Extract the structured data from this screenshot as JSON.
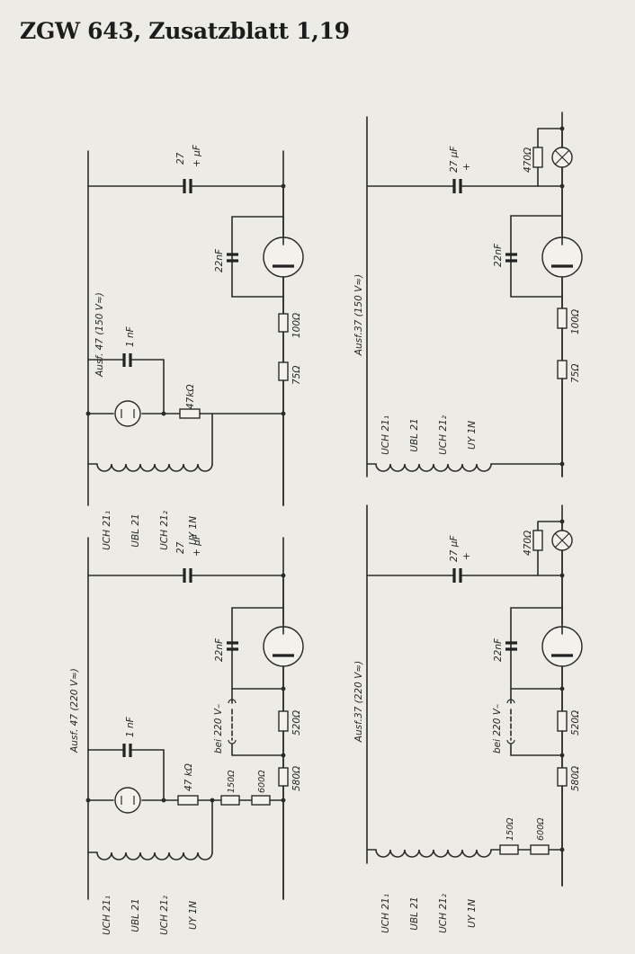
{
  "title": "ZGW 643, Zusatzblatt 1,19",
  "circuits": [
    {
      "heading": "Ausf. 47 (150 V≈)",
      "tubes": [
        "UCH 21₁",
        "UBL 21",
        "UCH 21₂",
        "UY 1N"
      ],
      "parts": {
        "c_filter": "27",
        "c_filter_unit": "+ μF",
        "c_tube": "22nF",
        "r_upper": "100Ω",
        "r_lower": "75Ω",
        "c_small": "1 nF",
        "r_series": "47kΩ"
      }
    },
    {
      "heading": "Ausf. 47 (220 V≈)",
      "tubes": [
        "UCH 21₁",
        "UBL 21",
        "UCH 21₂",
        "UY 1N"
      ],
      "parts": {
        "c_filter": "27",
        "c_filter_unit": "+ μF",
        "c_tube": "22nF",
        "switch": "bei 220 V–",
        "r_upper": "520Ω",
        "r_lower": "580Ω",
        "c_small": "1 nF",
        "r_series": "47 kΩ",
        "r_a": "150Ω",
        "r_b": "600Ω"
      }
    },
    {
      "heading": "Ausf.37 (150 V≈)",
      "tubes": [
        "UCH 21₁",
        "UBL 21",
        "UCH 21₂",
        "UY 1N"
      ],
      "parts": {
        "r_lamp": "470Ω",
        "c_filter": "27 μF",
        "plus": "+",
        "c_tube": "22nF",
        "r_upper": "100Ω",
        "r_lower": "75Ω"
      }
    },
    {
      "heading": "Ausf.37 (220 V≈)",
      "tubes": [
        "UCH 21₁",
        "UBL 21",
        "UCH 21₂",
        "UY 1N"
      ],
      "parts": {
        "r_lamp": "470Ω",
        "c_filter": "27 μF",
        "plus": "+",
        "c_tube": "22nF",
        "switch": "bei 220 V–",
        "r_upper": "520Ω",
        "r_lower": "580Ω",
        "r_a": "150Ω",
        "r_b": "600Ω"
      }
    }
  ]
}
